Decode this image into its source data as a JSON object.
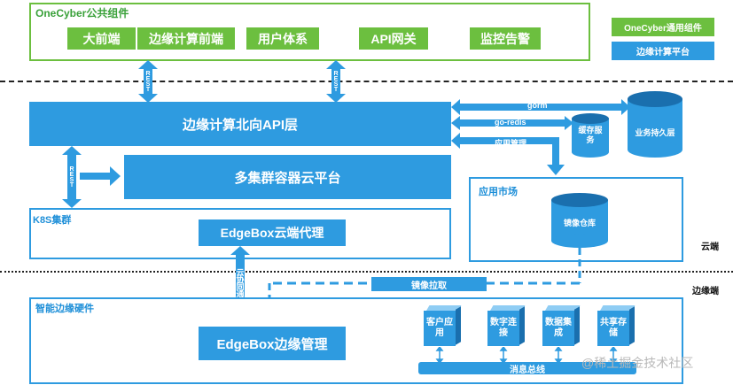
{
  "public_components": {
    "title": "OneCyber公共组件",
    "buttons": [
      "大前端",
      "边缘计算前端",
      "用户体系",
      "API网关",
      "监控告警"
    ]
  },
  "legend": {
    "green_label": "OneCyber通用组件",
    "blue_label": "边缘计算平台"
  },
  "api_layer": "边缘计算北向API层",
  "arrow_labels": {
    "rest_top_left": "REST",
    "rest_top_right": "REST",
    "rest_left": "REST",
    "gorm": "gorm",
    "go_redis": "go-redis",
    "app_mgmt": "应用管理",
    "cloud_collab": "云协同通道",
    "image_pull": "镜像拉取"
  },
  "container_platform": "多集群容器云平台",
  "cache": "缓存服务",
  "persistence": "业务持久层",
  "k8s_cluster": {
    "title": "K8S集群",
    "proxy": "EdgeBox云端代理"
  },
  "app_market": {
    "title": "应用市场",
    "repo": "镜像仓库"
  },
  "zone_labels": {
    "cloud": "云端",
    "edge": "边缘端"
  },
  "edge_hardware": {
    "title": "智能边缘硬件",
    "manager": "EdgeBox边缘管理",
    "cubes": [
      "客户应用",
      "数字连接",
      "数据集成",
      "共享存储"
    ],
    "bus": "消息总线"
  },
  "watermark": "@稀土掘金技术社区",
  "colors": {
    "green": "#6cbf3f",
    "blue": "#2e9be0",
    "dark_blue": "#1a6fae"
  }
}
